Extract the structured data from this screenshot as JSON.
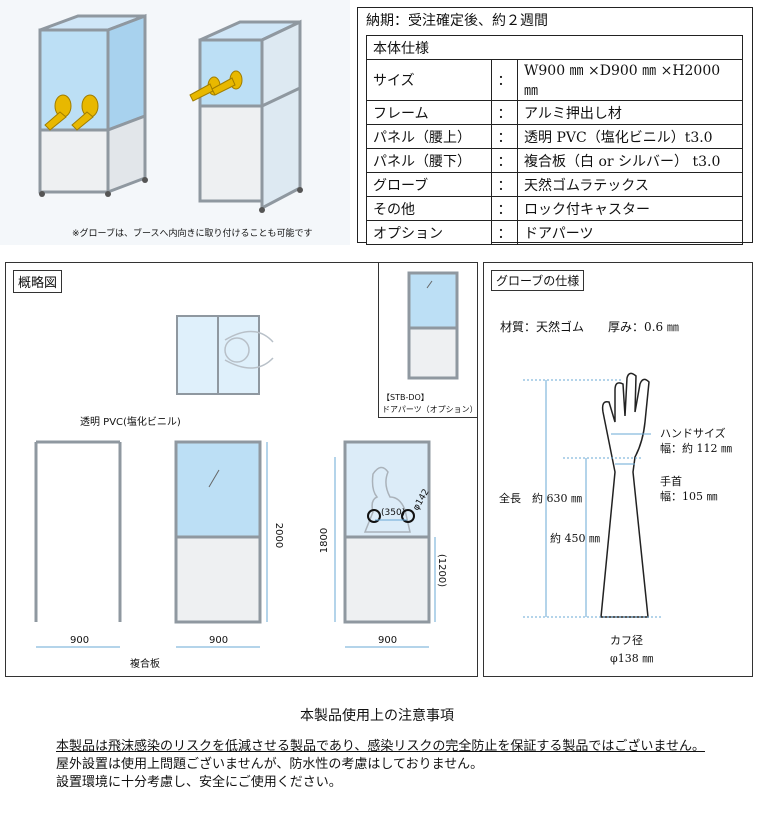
{
  "photo_caption": "※グローブは、ブースへ内向きに取り付けることも可能です",
  "delivery": "納期：受注確定後、約２週間",
  "spec": {
    "title": "本体仕様",
    "rows": [
      {
        "key": "サイズ",
        "sep": "：",
        "value": "W900 ㎜ ×D900 ㎜ ×H2000 ㎜"
      },
      {
        "key": "フレーム",
        "sep": "：",
        "value": "アルミ押出し材"
      },
      {
        "key": "パネル（腰上）",
        "sep": "：",
        "value": "透明 PVC（塩化ビニル）t3.0"
      },
      {
        "key": "パネル（腰下）",
        "sep": "：",
        "value": "複合板（白 or シルバー） t3.0"
      },
      {
        "key": "グローブ",
        "sep": "：",
        "value": "天然ゴムラテックス"
      },
      {
        "key": "その他",
        "sep": "：",
        "value": "ロック付キャスター"
      },
      {
        "key": "オプション",
        "sep": "：",
        "value": "ドアパーツ"
      }
    ]
  },
  "outline": {
    "title": "概略図",
    "label_pvc": "透明 PVC(塩化ビニル)",
    "label_composite": "複合板",
    "dim_900_a": "900",
    "dim_900_b": "900",
    "dim_900_c": "900",
    "dim_2000": "2000",
    "dim_1800": "1800",
    "dim_1200": "(1200)",
    "dim_350": "(350)",
    "dim_phi": "φ142",
    "door_code": "【STB-DO】",
    "door_label": "ドアパーツ（オプション）"
  },
  "glove": {
    "title": "グローブの仕様",
    "material": "材質：天然ゴム　　厚み：0.6 ㎜",
    "hand_size_label": "ハンドサイズ",
    "hand_size_value": "幅：約 112 ㎜",
    "wrist_label": "手首",
    "wrist_value": "幅：105 ㎜",
    "total_length": "全長　約 630 ㎜",
    "length_450": "約 450 ㎜",
    "cuff_label": "カフ径",
    "cuff_value": "φ138 ㎜"
  },
  "notice": {
    "title": "本製品使用上の注意事項",
    "line1": "本製品は飛沫感染のリスクを低減させる製品であり、感染リスクの完全防止を保証する製品ではございません。",
    "line2": "屋外設置は使用上問題ございませんが、防水性の考慮はしておりません。",
    "line3": "設置環境に十分考慮し、安全にご使用ください。"
  },
  "colors": {
    "glass": "#bcdff5",
    "frame": "#9aa4ad",
    "lower_panel": "#eef0f2",
    "glove": "#e8b800",
    "dim": "#6aa9d6"
  }
}
